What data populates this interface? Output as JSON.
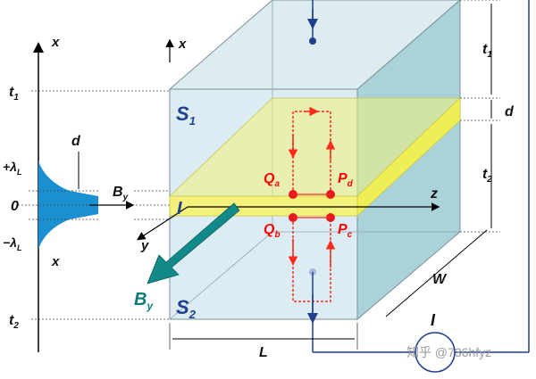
{
  "labels": {
    "x_left": "x",
    "x_box": "x",
    "t1_left": "t",
    "t1_left_sub": "1",
    "plus_lambda": "+λ",
    "plus_lambda_sub": "L",
    "zero": "0",
    "minus_lambda": "−λ",
    "minus_lambda_sub": "L",
    "x_bottom": "x",
    "t2_left": "t",
    "t2_left_sub": "2",
    "d_left": "d",
    "By_left": "B",
    "By_left_sub": "y",
    "S1": "S",
    "S1_sub": "1",
    "S2": "S",
    "S2_sub": "2",
    "I_barrier": "I",
    "y_axis": "y",
    "By_arrow": "B",
    "By_arrow_sub": "y",
    "z_axis": "z",
    "Qa": "Q",
    "Qa_sub": "a",
    "Pd": "P",
    "Pd_sub": "d",
    "Qb": "Q",
    "Qb_sub": "b",
    "Pc": "P",
    "Pc_sub": "c",
    "t1_right": "t",
    "t1_right_sub": "1",
    "d_right": "d",
    "t2_right": "t",
    "t2_right_sub": "2",
    "W": "W",
    "L": "L",
    "I_source": "I",
    "watermark": "知乎 @736hfyz"
  },
  "colors": {
    "profile_fill": "#1a8fd1",
    "barrier_fill": "#f3f17a",
    "box_fill": "#cfe7ee",
    "current_blue": "#1f3f8f",
    "red_path": "#ff2a1a",
    "teal_arrow": "#138a8a"
  }
}
